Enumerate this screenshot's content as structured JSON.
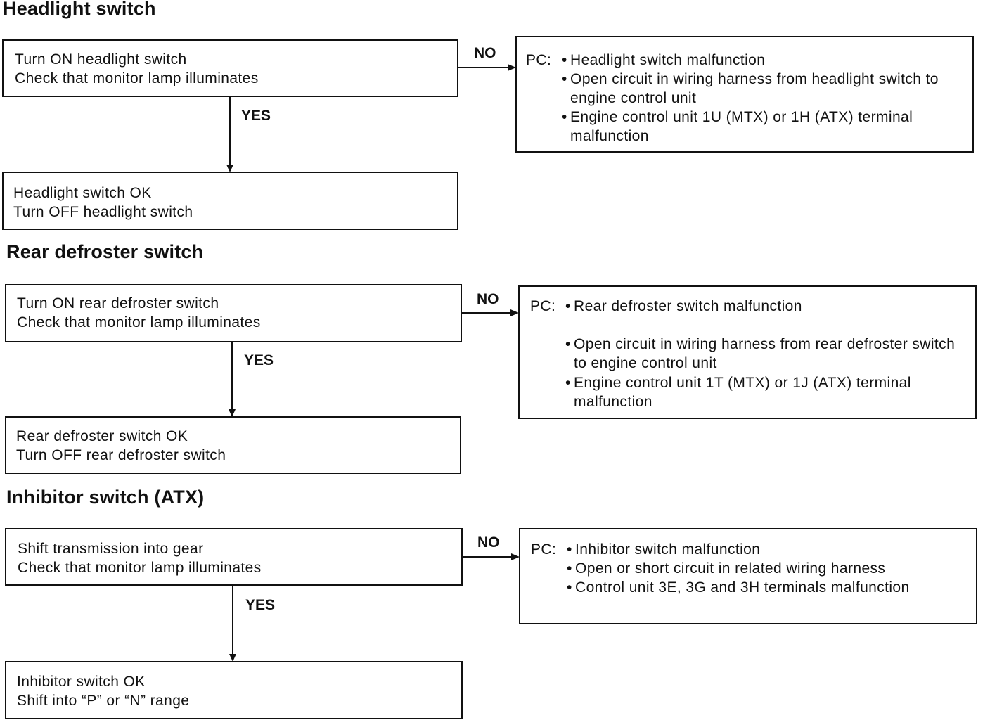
{
  "sections": [
    {
      "title": "Headlight switch",
      "check": [
        "Turn ON headlight switch",
        "Check that monitor lamp illuminates"
      ],
      "yes_label": "YES",
      "no_label": "NO",
      "ok": [
        "Headlight switch OK",
        "Turn OFF headlight switch"
      ],
      "pc_prefix": "PC:",
      "pc_items": [
        "Headlight switch malfunction",
        "Open circuit in wiring harness from headlight switch to engine control unit",
        "Engine control unit 1U (MTX) or 1H (ATX) terminal malfunction"
      ]
    },
    {
      "title": "Rear defroster switch",
      "check": [
        "Turn ON rear defroster switch",
        "Check that monitor lamp illuminates"
      ],
      "yes_label": "YES",
      "no_label": "NO",
      "ok": [
        "Rear defroster switch OK",
        "Turn OFF rear defroster switch"
      ],
      "pc_prefix": "PC:",
      "pc_items": [
        "Rear defroster switch malfunction",
        "Open circuit in wiring harness from rear defroster switch to engine control unit",
        "Engine control unit 1T (MTX) or 1J (ATX) terminal malfunction"
      ]
    },
    {
      "title": "Inhibitor switch (ATX)",
      "check": [
        "Shift transmission into gear",
        "Check that monitor lamp illuminates"
      ],
      "yes_label": "YES",
      "no_label": "NO",
      "ok": [
        "Inhibitor switch OK",
        "Shift into “P” or “N” range"
      ],
      "pc_prefix": "PC:",
      "pc_items": [
        "Inhibitor switch malfunction",
        "Open or short circuit in related wiring harness",
        "Control unit 3E, 3G and 3H terminals malfunction"
      ]
    }
  ]
}
